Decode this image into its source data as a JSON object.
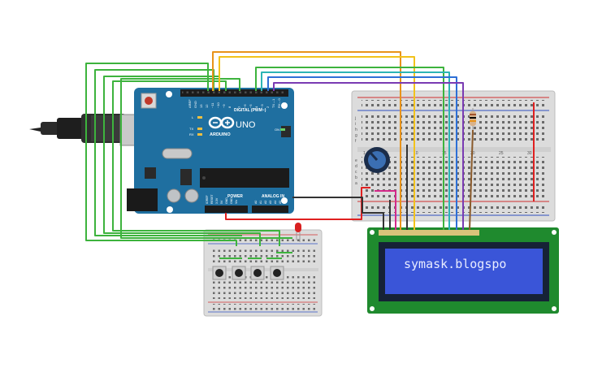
{
  "arduino": {
    "brand": "ARDUINO",
    "model": "UNO",
    "digital_header_label": "DIGITAL (PWM~)",
    "power_header_label": "POWER",
    "analog_header_label": "ANALOG IN",
    "on_label": "ON",
    "aref_label": "AREF",
    "gnd_label": "GND",
    "pin13_label": "13",
    "pin12_label": "12",
    "pin11_label": "~11",
    "pin10_label": "~10",
    "pin9_label": "~9",
    "pin8_label": "8",
    "pin7_label": "7",
    "pin6_label": "~6",
    "pin5_label": "~5",
    "pin4_label": "4",
    "pin3_label": "~3",
    "pin2_label": "2",
    "tx_label": "TX→1",
    "rx_label": "RX←0",
    "l_label": "L",
    "tx_led_label": "TX",
    "rx_led_label": "RX",
    "ioref_label": "IOREF",
    "reset_label": "RESET",
    "v33_label": "3.3V",
    "v5_label": "5V",
    "gnd1_label": "GND",
    "gnd2_label": "GND",
    "vin_label": "Vin",
    "a0_label": "A0",
    "a1_label": "A1",
    "a2_label": "A2",
    "a3_label": "A3",
    "a4_label": "A4",
    "a5_label": "A5"
  },
  "lcd": {
    "display_text": "symask.blogspo"
  },
  "breadboard": {
    "row_a": "a",
    "row_b": "b",
    "row_c": "c",
    "row_d": "d",
    "row_e": "e",
    "row_f": "f",
    "row_g": "g",
    "row_h": "h",
    "row_i": "i",
    "row_j": "j",
    "col_1": "1",
    "col_5": "5",
    "col_10": "10",
    "col_15": "15",
    "col_20": "20",
    "col_25": "25",
    "col_30": "30"
  },
  "colors": {
    "wire_green": "#3db33d",
    "wire_orange": "#e8931a",
    "wire_yellow": "#f2c21b",
    "wire_teal": "#2cb5b5",
    "wire_blue": "#2d6fd6",
    "wire_purple": "#7a3bb3",
    "wire_red": "#e02020",
    "wire_black": "#333333",
    "wire_magenta": "#d42a8a",
    "wire_brown": "#8a5a2b",
    "arduino_board": "#1f6fa0",
    "lcd_screen": "#3a55d8"
  }
}
